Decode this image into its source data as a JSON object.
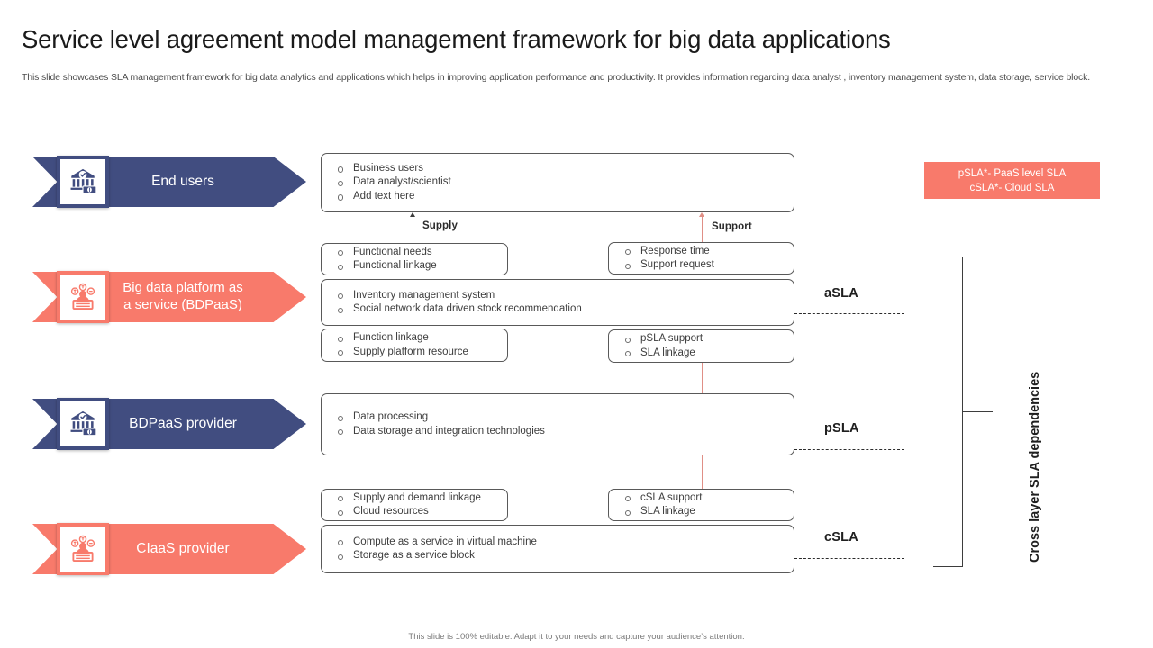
{
  "header": {
    "title": "Service level agreement model management framework for big data applications",
    "subtitle": "This slide showcases SLA management framework for big data analytics and applications which helps in improving application performance and productivity. It provides information regarding data analyst , inventory management system, data storage, service block."
  },
  "colors": {
    "navy": "#414D80",
    "coral": "#F87A6B",
    "box_border": "#595959",
    "support_line": "#E08F86",
    "text": "#3D3D3D"
  },
  "lanes": [
    {
      "label": "End users",
      "style": "navy",
      "icon": "bank-check-money-icon"
    },
    {
      "label": "Big data platform as\na service (BDPaaS)",
      "label_line1": "Big data platform as",
      "label_line2": "a service (BDPaaS)",
      "style": "coral",
      "icon": "user-settings-card-icon"
    },
    {
      "label": "BDPaaS provider",
      "style": "navy",
      "icon": "bank-check-money-icon"
    },
    {
      "label": "CIaaS provider",
      "style": "coral",
      "icon": "user-settings-card-icon"
    }
  ],
  "flow_labels": {
    "supply": "Supply",
    "support": "Support"
  },
  "boxes": {
    "end_users": {
      "items": [
        "Business users",
        "Data analyst/scientist",
        "Add text here"
      ]
    },
    "bdpaas_supply_top": {
      "items": [
        "Functional needs",
        "Functional linkage"
      ]
    },
    "bdpaas_support_top": {
      "items": [
        "Response time",
        "Support request"
      ]
    },
    "bdpaas_main": {
      "items": [
        "Inventory  management  system",
        "Social network data driven  stock recommendation"
      ]
    },
    "bdpaas_supply_bottom": {
      "items": [
        "Function linkage",
        "Supply platform resource"
      ]
    },
    "bdpaas_support_bottom": {
      "items": [
        "pSLA support",
        "SLA linkage"
      ]
    },
    "provider_main": {
      "items": [
        "Data processing",
        "Data storage and integration  technologies"
      ]
    },
    "ciaas_supply": {
      "items": [
        "Supply and demand linkage",
        "Cloud resources"
      ]
    },
    "ciaas_support": {
      "items": [
        "cSLA support",
        "SLA linkage"
      ]
    },
    "ciaas_main": {
      "items": [
        "Compute as a service  in virtual  machine",
        "Storage as a service block"
      ]
    }
  },
  "sla_labels": [
    {
      "name": "aSLA"
    },
    {
      "name": "pSLA"
    },
    {
      "name": "cSLA"
    }
  ],
  "legend": {
    "line1": "pSLA*- PaaS level  SLA",
    "line2": "cSLA*- Cloud  SLA"
  },
  "bracket_caption": "Cross layer SLA dependencies",
  "footer": "This slide is 100% editable.  Adapt it to your needs and capture your audience’s attention."
}
